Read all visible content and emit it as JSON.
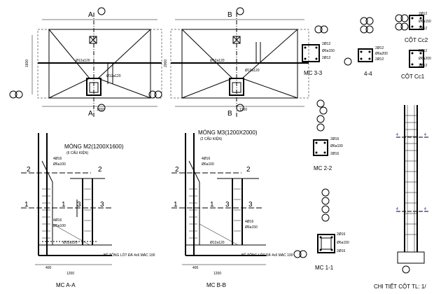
{
  "sections": {
    "m2_a": "A",
    "m2_a_bottom": "A",
    "m3_b": "B",
    "m3_b_bottom": "B",
    "m2_title": "MÓNG M2(1200X1600)",
    "m2_note": "(6 CẤU KIỆN)",
    "m3_title": "MÓNG M3(1200X2000)",
    "m3_note": "(2 CẤU KIỆN)",
    "mc33": "MC 3-3",
    "s44": "4-4",
    "cot_cc2": "CỘT Cc2",
    "cot_cc1": "CỘT Cc1",
    "mc22": "MC 2-2",
    "mc11": "MC 1-1",
    "mcaa": "MC A-A",
    "mcbb": "MC B-B",
    "chi_tiet": "CHI TIẾT CỘT TL: 1/"
  },
  "rebar": {
    "phi12a120_1": "Ø12a120",
    "phi12a120_2": "Ø12a120",
    "phi12a120_3": "Ø12a120",
    "phi12a120_4": "Ø12a120",
    "r4d16_a": "4Ø16",
    "r6a100_a": "Ø6a100",
    "r4d16_b": "4Ø16",
    "r6a100_b": "Ø6a100",
    "r4d16_c": "4Ø16",
    "r6a100_c": "Ø6a100",
    "r4d16_d": "4Ø16",
    "r6a150_d": "Ø6a150",
    "lot_a": "BÊ TÔNG LÓT ĐÁ 4x6 MÁC 100",
    "lot_b": "BÊ TÔNG LÓT ĐÁ 4x6 MÁC 100",
    "cc2_a": "2Ø12",
    "cc2_b": "Ø6a150",
    "cc2_c": "2Ø12",
    "cc1_a": "2Ø12",
    "cc1_b": "Ø6a200",
    "cc1_c": "2Ø12",
    "m33_a": "2Ø12",
    "m33_b": "Ø6a150",
    "m33_c": "2Ø12",
    "m44_a": "2Ø12",
    "m44_b": "Ø6a200",
    "m44_c": "2Ø12",
    "m22_a": "2Ø16",
    "m22_b": "Ø6a100",
    "m22_c": "2Ø16",
    "m11_a": "2Ø16",
    "m11_b": "Ø6a150",
    "m11_c": "2Ø16"
  },
  "labels": {
    "n1a": "1",
    "n1b": "1",
    "n2a": "2",
    "n2b": "2",
    "n3a": "3",
    "n3b": "3",
    "n1c": "1",
    "n1d": "1",
    "n2c": "2",
    "n2d": "2",
    "n3c": "3",
    "n3d": "3",
    "n4a": "4",
    "n4b": "4",
    "n4c": "4",
    "n4d": "4",
    "d400": "400",
    "d1200": "1200",
    "d400b": "400",
    "d1200b": "1200",
    "d1200c": "1200",
    "d1600": "1600",
    "d1200d": "1200",
    "d2000": "2000"
  },
  "colors": {
    "ink": "#000000",
    "accent": "#0000cc"
  }
}
